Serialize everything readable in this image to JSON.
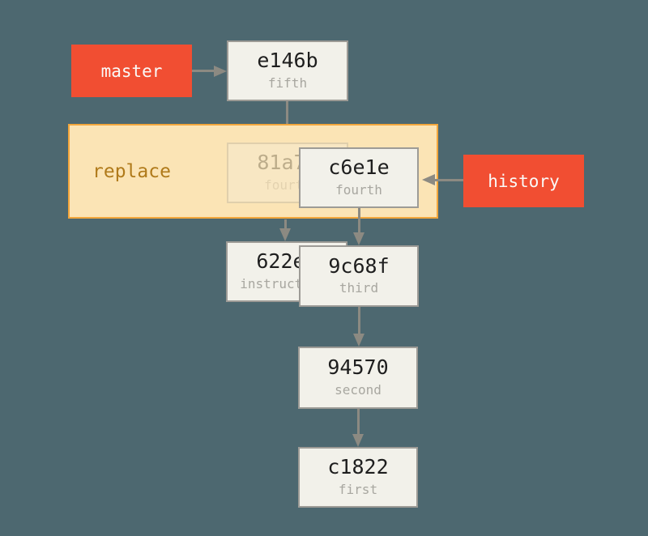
{
  "figure": {
    "type": "git-commit-graph-diagram",
    "description": "Git replace diagram: master branch history with a replaced commit inside a highlighted replace group, and a parallel history branch"
  },
  "colors": {
    "background": "#4D6870",
    "ref_label_bg": "#F14E32",
    "ref_label_text": "#FAFAF8",
    "commit_box_bg": "#F2F1EA",
    "commit_box_border": "#9D9B96",
    "commit_hash_text": "#1E1E1E",
    "commit_message_text": "#A8A7A0",
    "arrow": "#8C8A82",
    "replace_group_bg": "#FBE4B5",
    "replace_group_border": "#F2A63C",
    "replace_group_text": "#B07A1A"
  },
  "refs": {
    "master": {
      "label": "master"
    },
    "history": {
      "label": "history"
    }
  },
  "replace_group": {
    "label": "replace"
  },
  "commits": [
    {
      "hash": "e146b",
      "message": "fifth"
    },
    {
      "hash": "81a70",
      "message": "fourth",
      "state": "faded-replaced"
    },
    {
      "hash": "c6e1e",
      "message": "fourth"
    },
    {
      "hash": "622e8",
      "message": "instructions"
    },
    {
      "hash": "9c68f",
      "message": "third"
    },
    {
      "hash": "94570",
      "message": "second"
    },
    {
      "hash": "c1822",
      "message": "first"
    }
  ],
  "edges": [
    {
      "from": "master",
      "to": "e146b",
      "direction": "right"
    },
    {
      "from": "e146b",
      "to": "replace-group",
      "direction": "down"
    },
    {
      "from": "history",
      "to": "c6e1e",
      "direction": "left"
    },
    {
      "from": "81a70",
      "to": "622e8",
      "direction": "down"
    },
    {
      "from": "c6e1e",
      "to": "9c68f",
      "direction": "down"
    },
    {
      "from": "9c68f",
      "to": "94570",
      "direction": "down"
    },
    {
      "from": "94570",
      "to": "c1822",
      "direction": "down"
    }
  ]
}
